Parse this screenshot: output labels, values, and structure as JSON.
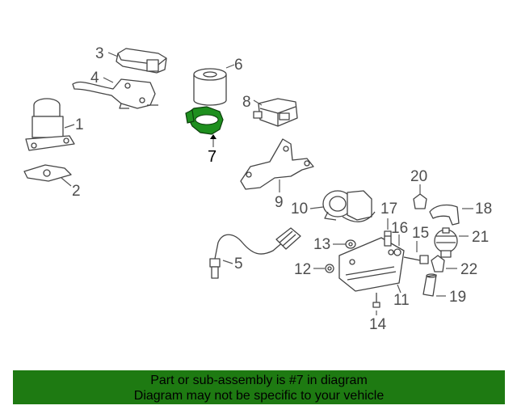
{
  "diagram": {
    "callouts": [
      {
        "id": "1",
        "label": "1"
      },
      {
        "id": "2",
        "label": "2"
      },
      {
        "id": "3",
        "label": "3"
      },
      {
        "id": "4",
        "label": "4"
      },
      {
        "id": "5",
        "label": "5"
      },
      {
        "id": "6",
        "label": "6"
      },
      {
        "id": "7",
        "label": "7",
        "highlighted": true
      },
      {
        "id": "8",
        "label": "8"
      },
      {
        "id": "9",
        "label": "9"
      },
      {
        "id": "10",
        "label": "10"
      },
      {
        "id": "11",
        "label": "11"
      },
      {
        "id": "12",
        "label": "12"
      },
      {
        "id": "13",
        "label": "13"
      },
      {
        "id": "14",
        "label": "14"
      },
      {
        "id": "15",
        "label": "15"
      },
      {
        "id": "16",
        "label": "16"
      },
      {
        "id": "17",
        "label": "17"
      },
      {
        "id": "18",
        "label": "18"
      },
      {
        "id": "19",
        "label": "19"
      },
      {
        "id": "20",
        "label": "20"
      },
      {
        "id": "21",
        "label": "21"
      },
      {
        "id": "22",
        "label": "22"
      }
    ],
    "highlight_color": "#1e8f1e"
  },
  "banner": {
    "line1": "Part or sub-assembly is #7 in diagram",
    "line2": "Diagram may not be specific to your vehicle",
    "background": "#1e7a12"
  }
}
